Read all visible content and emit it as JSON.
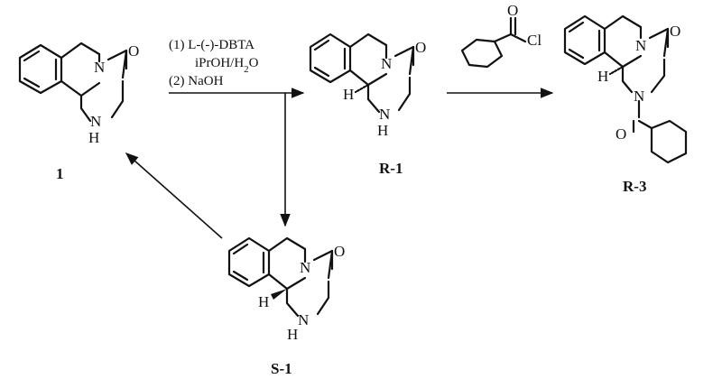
{
  "atoms": {
    "N": "N",
    "O": "O",
    "NH": "N",
    "H": "H",
    "Cl": "Cl"
  },
  "conditions": {
    "step1": "(1) L-(-)-DBTA",
    "step1_solvent": "iPrOH/H",
    "step1_solvent_sub": "2",
    "step1_solvent_end": "O",
    "step2": "(2) NaOH"
  },
  "compounds": {
    "racemate": "1",
    "r_enantiomer": "R-1",
    "s_enantiomer": "S-1",
    "product": "R-3"
  }
}
